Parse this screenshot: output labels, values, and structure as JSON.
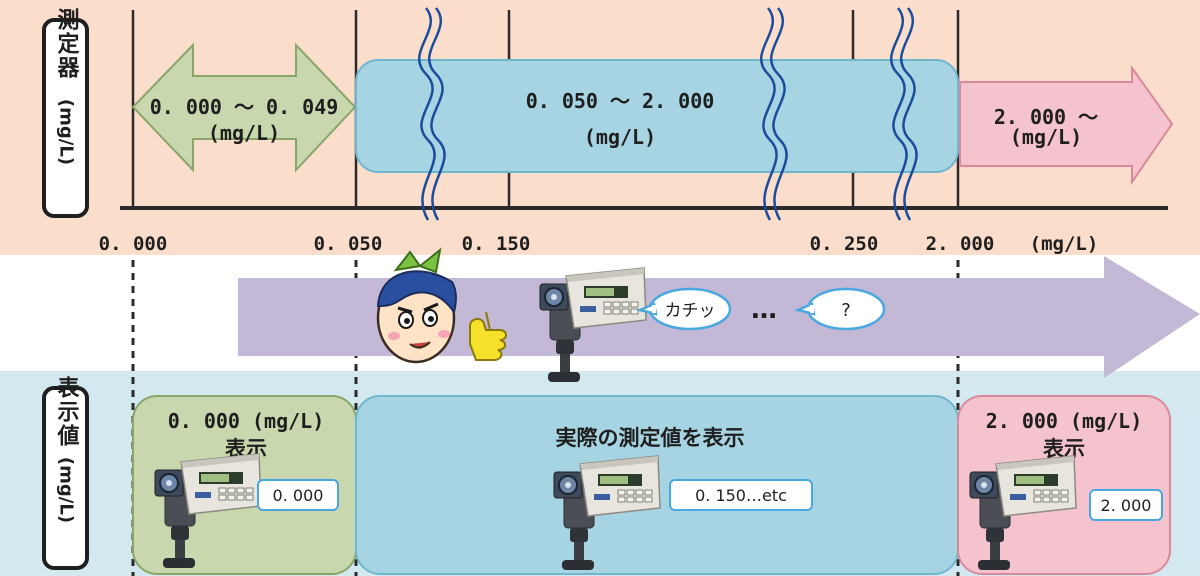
{
  "meter": {
    "label": "測定器",
    "unit": "(mg/L)",
    "range_low": {
      "line1": "0. 000 ～ 0. 049",
      "line2": "(mg/L)"
    },
    "range_mid": {
      "line1": "0. 050 ～ 2. 000",
      "line2": "(mg/L)"
    },
    "range_high": {
      "line1": "2. 000 ～",
      "line2": "(mg/L)"
    }
  },
  "axis": {
    "ticks": [
      "0. 000",
      "0. 050",
      "0. 150",
      "0. 250",
      "2. 000"
    ],
    "unit": "(mg/L)"
  },
  "flow": {
    "speech_1": "カチッ",
    "ellipsis": "…",
    "speech_2": "?"
  },
  "display": {
    "label": "表示値",
    "unit": "(mg/L)",
    "box_low": {
      "title_1": "0. 000 (mg/L)",
      "title_2": "表示",
      "reading": "0. 000"
    },
    "box_mid": {
      "title": "実際の測定値を表示",
      "reading": "0. 150…etc"
    },
    "box_high": {
      "title_1": "2. 000 (mg/L)",
      "title_2": "表示",
      "reading": "2. 000"
    }
  },
  "colors": {
    "top_band": "#fadecb",
    "bottom_band": "#d3e8ef",
    "green": "#c9d7ae",
    "blue": "#a6d4e2",
    "pink": "#f5c3cd",
    "purple_arrow": "#c3b8d5",
    "callout_border": "#4aa8e0"
  },
  "icons": [
    "mascot-character",
    "measuring-device",
    "thumbs-up-hand"
  ]
}
